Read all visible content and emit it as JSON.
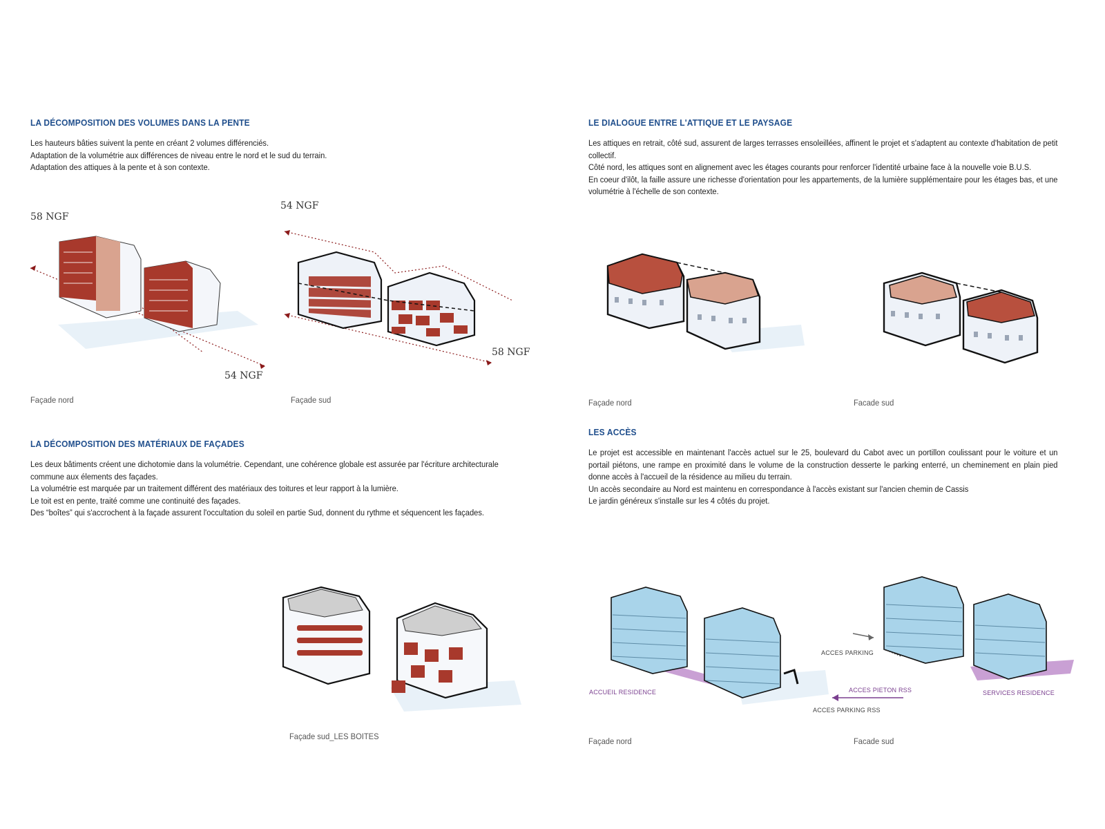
{
  "volumes": {
    "title": "LA DÉCOMPOSITION DES VOLUMES DANS LA PENTE",
    "lines": [
      "Les hauteurs bâties suivent la pente en créant 2 volumes différenciés.",
      "Adaptation de la volumétrie aux différences de niveau entre le nord et le sud du terrain.",
      "Adaptation des attiques à la pente et à son contexte."
    ],
    "ngf_north_top": "58 NGF",
    "ngf_north_bottom": "54 NGF",
    "ngf_south_top": "54 NGF",
    "ngf_south_bottom": "58 NGF",
    "caption_north": "Façade nord",
    "caption_south": "Façade sud"
  },
  "attique": {
    "title": "LE DIALOGUE ENTRE L'ATTIQUE ET LE PAYSAGE",
    "lines": [
      "Les attiques en retrait, côté sud, assurent de larges terrasses ensoleillées, affinent le projet et s'adaptent au contexte d'habitation de petit collectif.",
      "Côté nord, les attiques sont en alignement avec les étages courants pour renforcer l'identité urbaine face à la nouvelle voie B.U.S.",
      "En coeur d'ilôt, la faille assure une richesse d'orientation pour les appartements, de la lumière supplémentaire pour les étages bas, et une volumétrie à l'échelle de son contexte."
    ],
    "caption_north": "Façade nord",
    "caption_south": "Facade sud"
  },
  "materiaux": {
    "title": "LA DÉCOMPOSITION DES MATÉRIAUX DE FAÇADES",
    "lines": [
      "Les deux bâtiments créent une dichotomie dans la volumétrie. Cependant, une cohérence globale est assurée par l'écriture architecturale commune aux élements des façades.",
      "La volumétrie est marquée par un traitement différent des matériaux des toitures et leur rapport à la lumière.",
      "Le toit est en pente, traité comme une continuité des façades.",
      "Des “boîtes” qui s'accrochent à la façade assurent l'occultation du soleil en partie Sud, donnent du rythme et séquencent les façades."
    ],
    "caption": "Façade sud_LES BOITES"
  },
  "acces": {
    "title": "LES ACCÈS",
    "lines": [
      "Le projet est accessible en maintenant l'accès actuel sur le 25, boulevard du Cabot avec un portillon coulissant pour le voiture et un portail piétons, une rampe en proximité dans le volume de la construction desserte le parking enterré, un cheminement en plain pied donne accès à l'accueil de la résidence au milieu du terrain.",
      "Un accès secondaire au Nord est maintenu en correspondance à l'accès existant sur l'ancien chemin de Cassis",
      "Le jardin généreux s'installe sur les 4 côtés du projet."
    ],
    "label_accueil": "ACCUEIL RESIDENCE",
    "label_parking": "ACCES PARKING",
    "label_pieton": "ACCES PIETON RSS",
    "label_parking_rss": "ACCES PARKING RSS",
    "label_services": "SERVICES RESIDENCE",
    "caption_north": "Façade nord",
    "caption_south": "Facade sud"
  },
  "colors": {
    "heading": "#1f4e8c",
    "brick": "#a8392c",
    "brick_light": "#d9a38f",
    "glass": "#a9d4ea",
    "purple": "#7a3f8f",
    "dotted_arrow": "#8b1a1a"
  }
}
